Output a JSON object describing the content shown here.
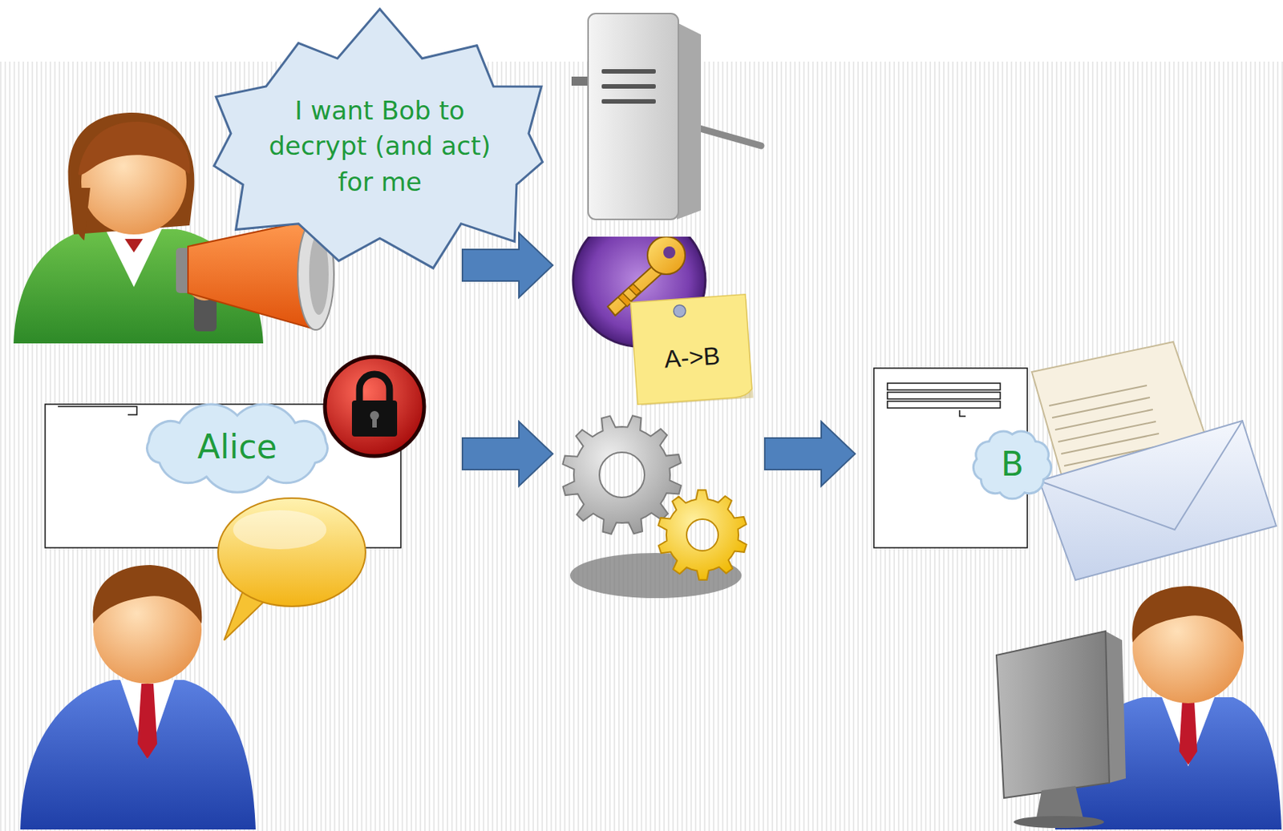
{
  "diagram": {
    "nodes": [
      {
        "text": [
          "I want Bob to decrypt (and act) for me"
        ]
      },
      {
        "text": [
          "A->B"
        ]
      },
      {
        "text": [
          "Alice"
        ]
      },
      {
        "text": [
          "B"
        ]
      }
    ]
  }
}
